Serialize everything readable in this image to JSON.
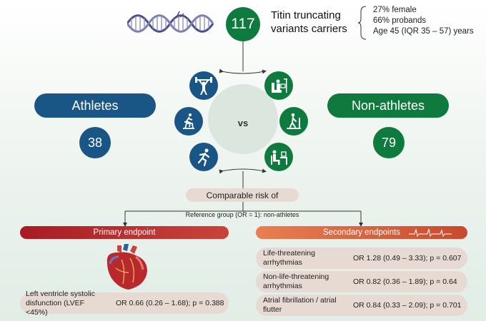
{
  "header": {
    "carrier_count": "117",
    "carrier_title": "Titin truncating variants carriers",
    "stats": [
      "27% female",
      "66% probands",
      "Age 45 (IQR 35 – 57) years"
    ]
  },
  "groups": {
    "athletes": {
      "label": "Athletes",
      "count": "38"
    },
    "non_athletes": {
      "label": "Non-athletes",
      "count": "79"
    }
  },
  "center": {
    "vs_label": "vs"
  },
  "comparison": {
    "comparable_label": "Comparable risk of",
    "reference_label": "Reference group (OR = 1): non-athletes"
  },
  "primary": {
    "title": "Primary endpoint",
    "rows": [
      {
        "label": "Left ventricle systolic disfunction (LVEF <45%)",
        "value": "OR 0.66 (0.26 – 1.68); p = 0.388"
      }
    ]
  },
  "secondary": {
    "title": "Secondary endpoints",
    "rows": [
      {
        "label": "Life-threatening arrhythmias",
        "value": "OR 1.28 (0.49 – 3.33); p = 0.607"
      },
      {
        "label": "Non-life-threatening arrhythmias",
        "value": "OR 0.82 (0.36 – 1.89); p = 0.64"
      },
      {
        "label": "Atrial fibrillation / atrial flutter",
        "value": "OR 0.84 (0.33 – 2.09); p = 0.701"
      }
    ]
  },
  "colors": {
    "athletes_blue": "#1a5685",
    "non_athletes_green": "#0e7a3e",
    "primary_red": "#a91b24",
    "secondary_orange": "#e97f52",
    "row_beige": "#e6dad2"
  },
  "icons": {
    "dna": "dna-helix-icon",
    "activities_athletes": [
      "weightlifting-icon",
      "cycling-icon",
      "running-icon"
    ],
    "activities_non_athletes": [
      "reading-icon",
      "walking-icon",
      "desk-work-icon"
    ],
    "heart": "anatomical-heart-icon",
    "ecg": "ecg-trace-icon"
  }
}
